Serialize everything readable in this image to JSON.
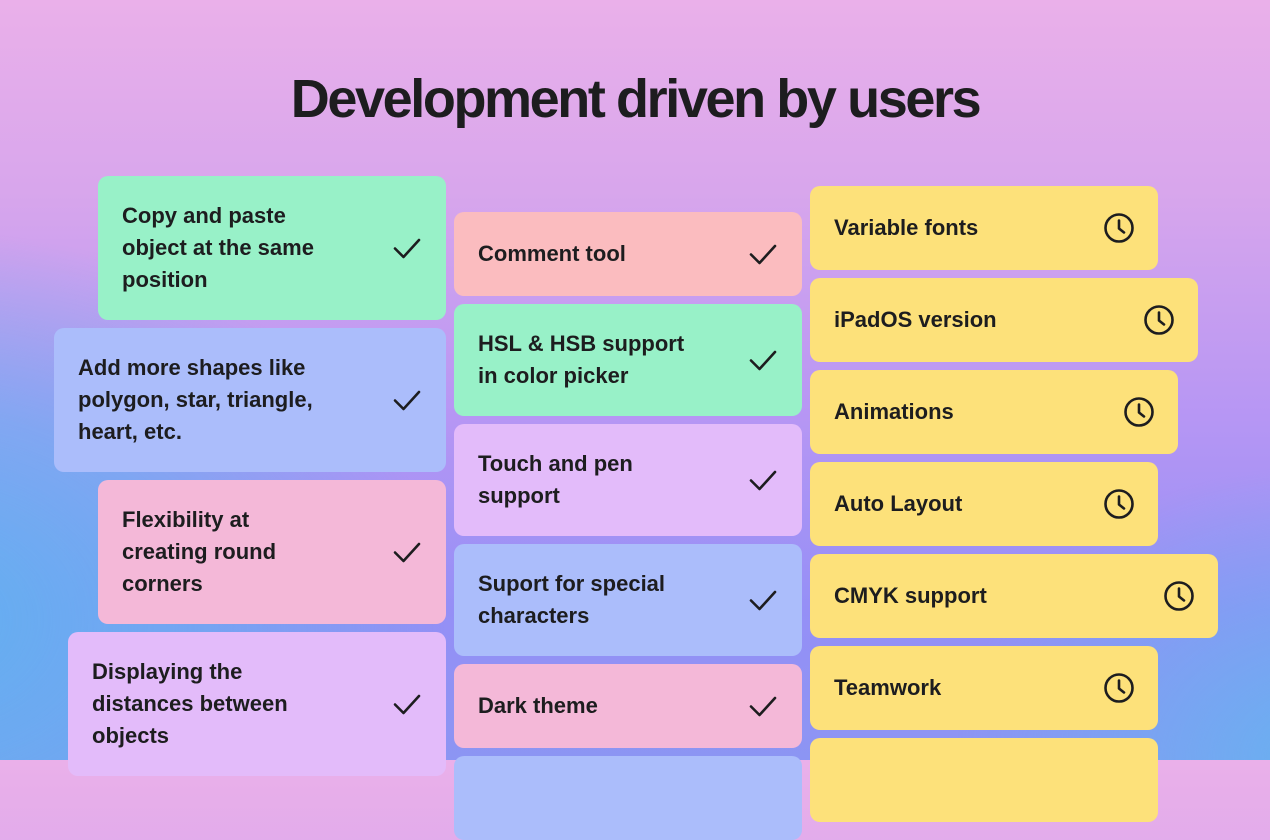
{
  "page": {
    "title": "Development driven by users"
  },
  "columns": {
    "done_left": [
      {
        "label": "Copy and paste\nobject at the same\nposition",
        "status": "done",
        "color": "#98f1c8"
      },
      {
        "label": "Add more shapes like\npolygon, star, triangle,\nheart, etc.",
        "status": "done",
        "color": "#abbdfb"
      },
      {
        "label": "Flexibility at\ncreating round\ncorners",
        "status": "done",
        "color": "#f4b8d8"
      },
      {
        "label": "Displaying the\ndistances between\nobjects",
        "status": "done",
        "color": "#e3bbfa"
      }
    ],
    "done_middle": [
      {
        "label": "Comment tool",
        "status": "done",
        "color": "#fbbcbf"
      },
      {
        "label": "HSL & HSB support\nin color picker",
        "status": "done",
        "color": "#98f1c8"
      },
      {
        "label": "Touch and pen\nsupport",
        "status": "done",
        "color": "#e3bbfa"
      },
      {
        "label": "Suport for special\ncharacters",
        "status": "done",
        "color": "#abbdfb"
      },
      {
        "label": "Dark theme",
        "status": "done",
        "color": "#f4b8d8"
      }
    ],
    "planned_right": [
      {
        "label": "Variable fonts",
        "status": "planned",
        "color": "#fde17a"
      },
      {
        "label": "iPadOS version",
        "status": "planned",
        "color": "#fde17a"
      },
      {
        "label": "Animations",
        "status": "planned",
        "color": "#fde17a"
      },
      {
        "label": "Auto Layout",
        "status": "planned",
        "color": "#fde17a"
      },
      {
        "label": "CMYK support",
        "status": "planned",
        "color": "#fde17a"
      },
      {
        "label": "Teamwork",
        "status": "planned",
        "color": "#fde17a"
      }
    ]
  },
  "icons": {
    "done": "checkmark-icon",
    "planned": "clock-icon"
  }
}
